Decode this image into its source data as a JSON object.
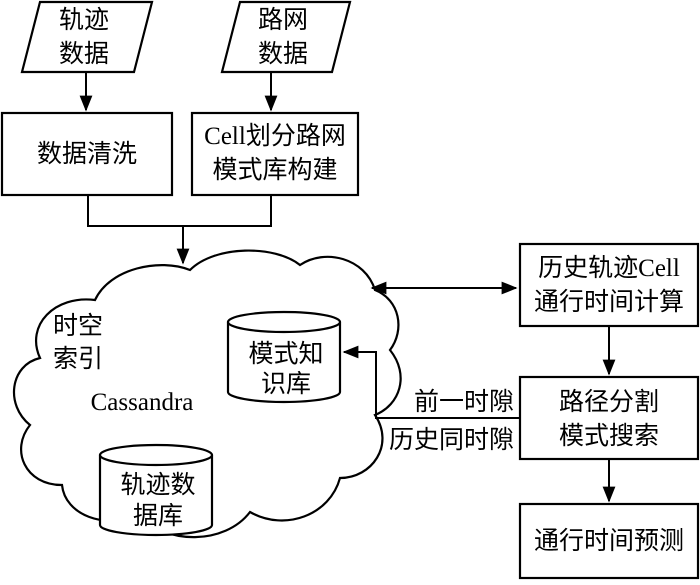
{
  "nodes": {
    "traj_data": [
      "轨迹",
      "数据"
    ],
    "road_data": [
      "路网",
      "数据"
    ],
    "data_clean": [
      "数据清洗"
    ],
    "cell_build": [
      "Cell划分路网",
      "模式库构建"
    ],
    "spatial_index": [
      "时空",
      "索引"
    ],
    "cassandra": "Cassandra",
    "pattern_db": [
      "模式知",
      "识库"
    ],
    "traj_db": [
      "轨迹数",
      "据库"
    ],
    "hist_calc": [
      "历史轨迹Cell",
      "通行时间计算"
    ],
    "path_search": [
      "路径分割",
      "模式搜索"
    ],
    "time_predict": [
      "通行时间预测"
    ]
  },
  "edge_labels": {
    "prev_slot": "前一时隙",
    "hist_same_slot": "历史同时隙"
  }
}
